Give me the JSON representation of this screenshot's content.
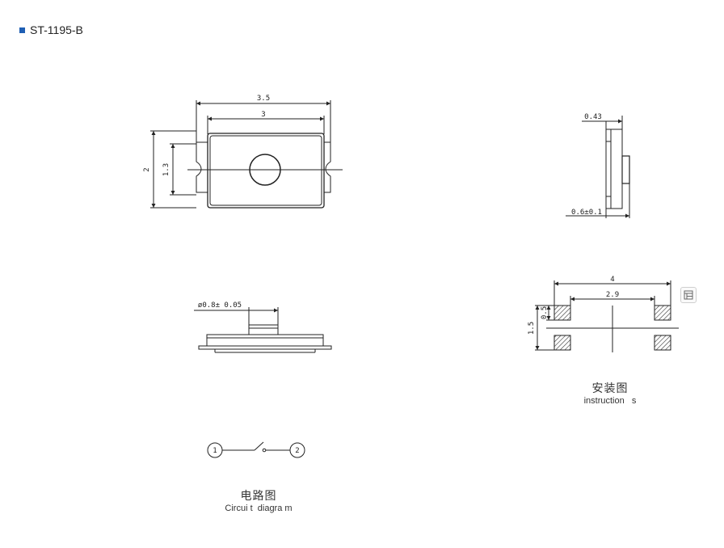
{
  "header": {
    "title": "ST-1195-B",
    "bullet_color": "#1f5fb4"
  },
  "top_view": {
    "dim_width_outer": "3.5",
    "dim_width_inner": "3",
    "dim_height_outer": "2",
    "dim_height_inner": "1.3"
  },
  "side_view": {
    "dim_top": "0.43",
    "dim_bottom": "0.6±0.1"
  },
  "front_view": {
    "dim_actuator": "ø0.8± 0.05"
  },
  "footprint": {
    "dim_width": "4",
    "dim_pad_spacing": "2.9",
    "dim_height": "1.5",
    "dim_pad": "0.5"
  },
  "captions": {
    "installation_zh": "安装图",
    "installation_en": "instruction   s",
    "circuit_zh": "电路图",
    "circuit_en": "Circui t  diagra m"
  },
  "circuit": {
    "pin1": "1",
    "pin2": "2"
  },
  "toolbar": {
    "icon": "layout-icon"
  }
}
